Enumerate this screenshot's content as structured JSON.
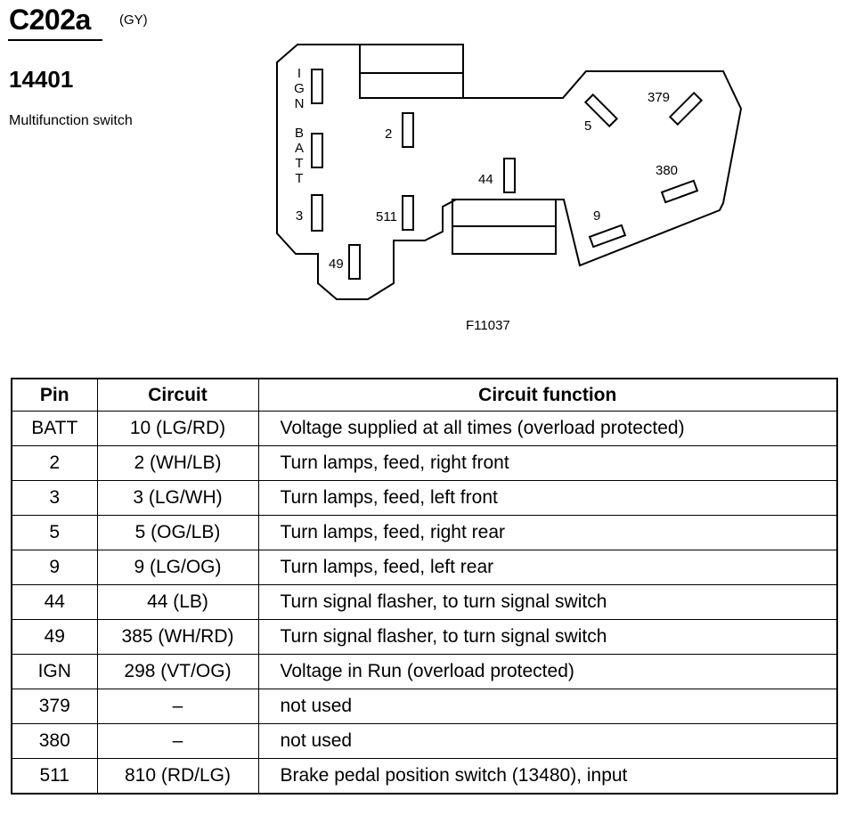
{
  "header": {
    "connector_id": "C202a",
    "connector_color": "(GY)",
    "part_number": "14401",
    "component_name": "Multifunction switch"
  },
  "diagram": {
    "figure_code": "F11037",
    "pin_labels": {
      "ign_letters": [
        "I",
        "G",
        "N"
      ],
      "batt_letters": [
        "B",
        "A",
        "T",
        "T"
      ],
      "pin3": "3",
      "pin49": "49",
      "pin2": "2",
      "pin511": "511",
      "pin44": "44",
      "pin5": "5",
      "pin379": "379",
      "pin380": "380",
      "pin9": "9"
    }
  },
  "table": {
    "headers": [
      "Pin",
      "Circuit",
      "Circuit function"
    ],
    "rows": [
      [
        "BATT",
        "10 (LG/RD)",
        "Voltage supplied at all times (overload protected)"
      ],
      [
        "2",
        "2 (WH/LB)",
        "Turn lamps, feed, right front"
      ],
      [
        "3",
        "3 (LG/WH)",
        "Turn lamps, feed, left front"
      ],
      [
        "5",
        "5 (OG/LB)",
        "Turn lamps, feed, right rear"
      ],
      [
        "9",
        "9 (LG/OG)",
        "Turn lamps, feed, left rear"
      ],
      [
        "44",
        "44 (LB)",
        "Turn signal flasher, to turn signal switch"
      ],
      [
        "49",
        "385 (WH/RD)",
        "Turn signal flasher, to turn signal switch"
      ],
      [
        "IGN",
        "298 (VT/OG)",
        "Voltage in Run (overload protected)"
      ],
      [
        "379",
        "–",
        "not used"
      ],
      [
        "380",
        "–",
        "not used"
      ],
      [
        "511",
        "810 (RD/LG)",
        "Brake pedal position switch (13480), input"
      ]
    ]
  }
}
